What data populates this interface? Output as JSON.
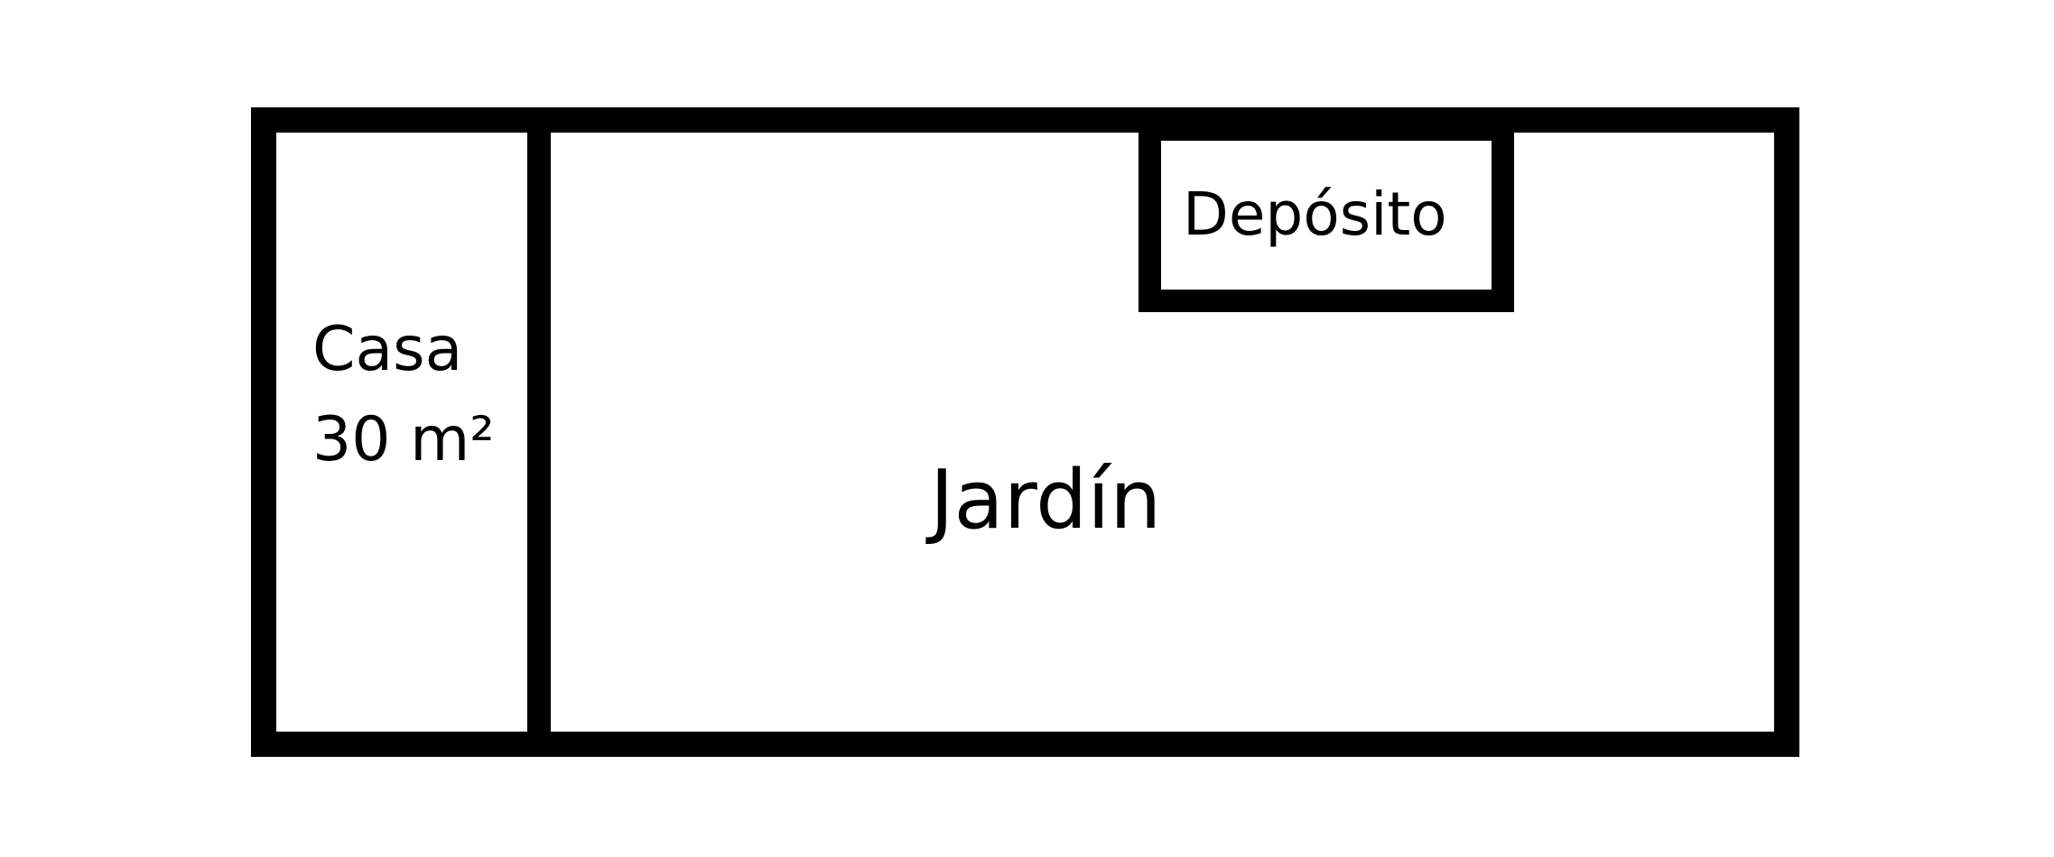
{
  "rooms": {
    "casa": {
      "name": "Casa",
      "area": "30 m²"
    },
    "jardin": {
      "name": "Jardín"
    },
    "deposito": {
      "name": "Depósito"
    }
  },
  "colors": {
    "wall": "#000000",
    "background": "#ffffff"
  }
}
